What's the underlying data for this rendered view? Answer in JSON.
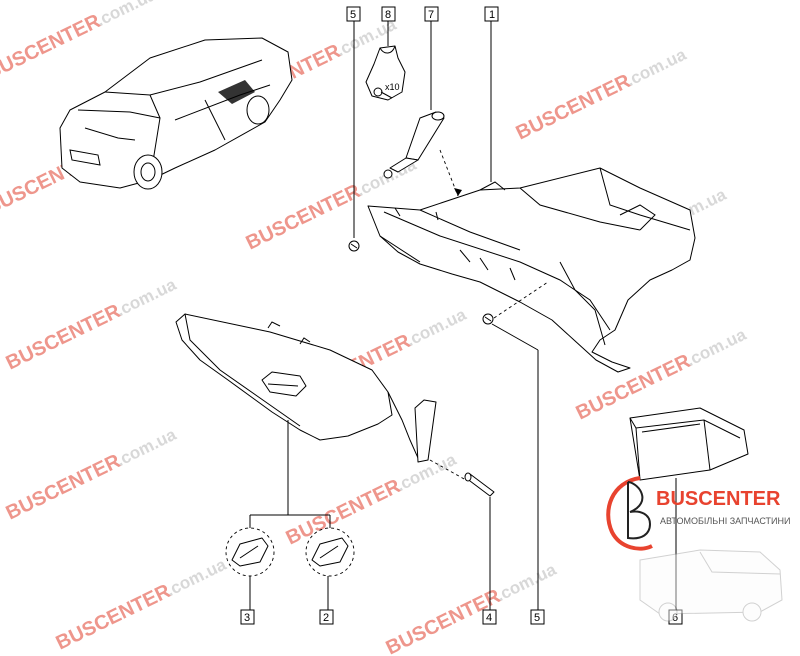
{
  "watermark": {
    "main_text": "BUSCENTER",
    "domain_text": ".com.ua",
    "color_red": "#e0412f",
    "color_gray": "#b8b8b8"
  },
  "callouts": {
    "c1": "1",
    "c2": "2",
    "c3": "3",
    "c4": "4",
    "c5_top": "5",
    "c5_bottom": "5",
    "c6": "6",
    "c7": "7",
    "c8": "8"
  },
  "annotations": {
    "quantity": "x10"
  },
  "logo": {
    "brand": "BUSCENTER",
    "tagline": "АВТОМОБІЛЬНІ ЗАПЧАСТИНИ",
    "brand_color": "#e8432f"
  },
  "icons": [
    "car-icon",
    "glovebox-icon",
    "screw-icon",
    "bolt-icon",
    "damper-icon",
    "handle-icon",
    "tray-icon",
    "van-icon"
  ]
}
